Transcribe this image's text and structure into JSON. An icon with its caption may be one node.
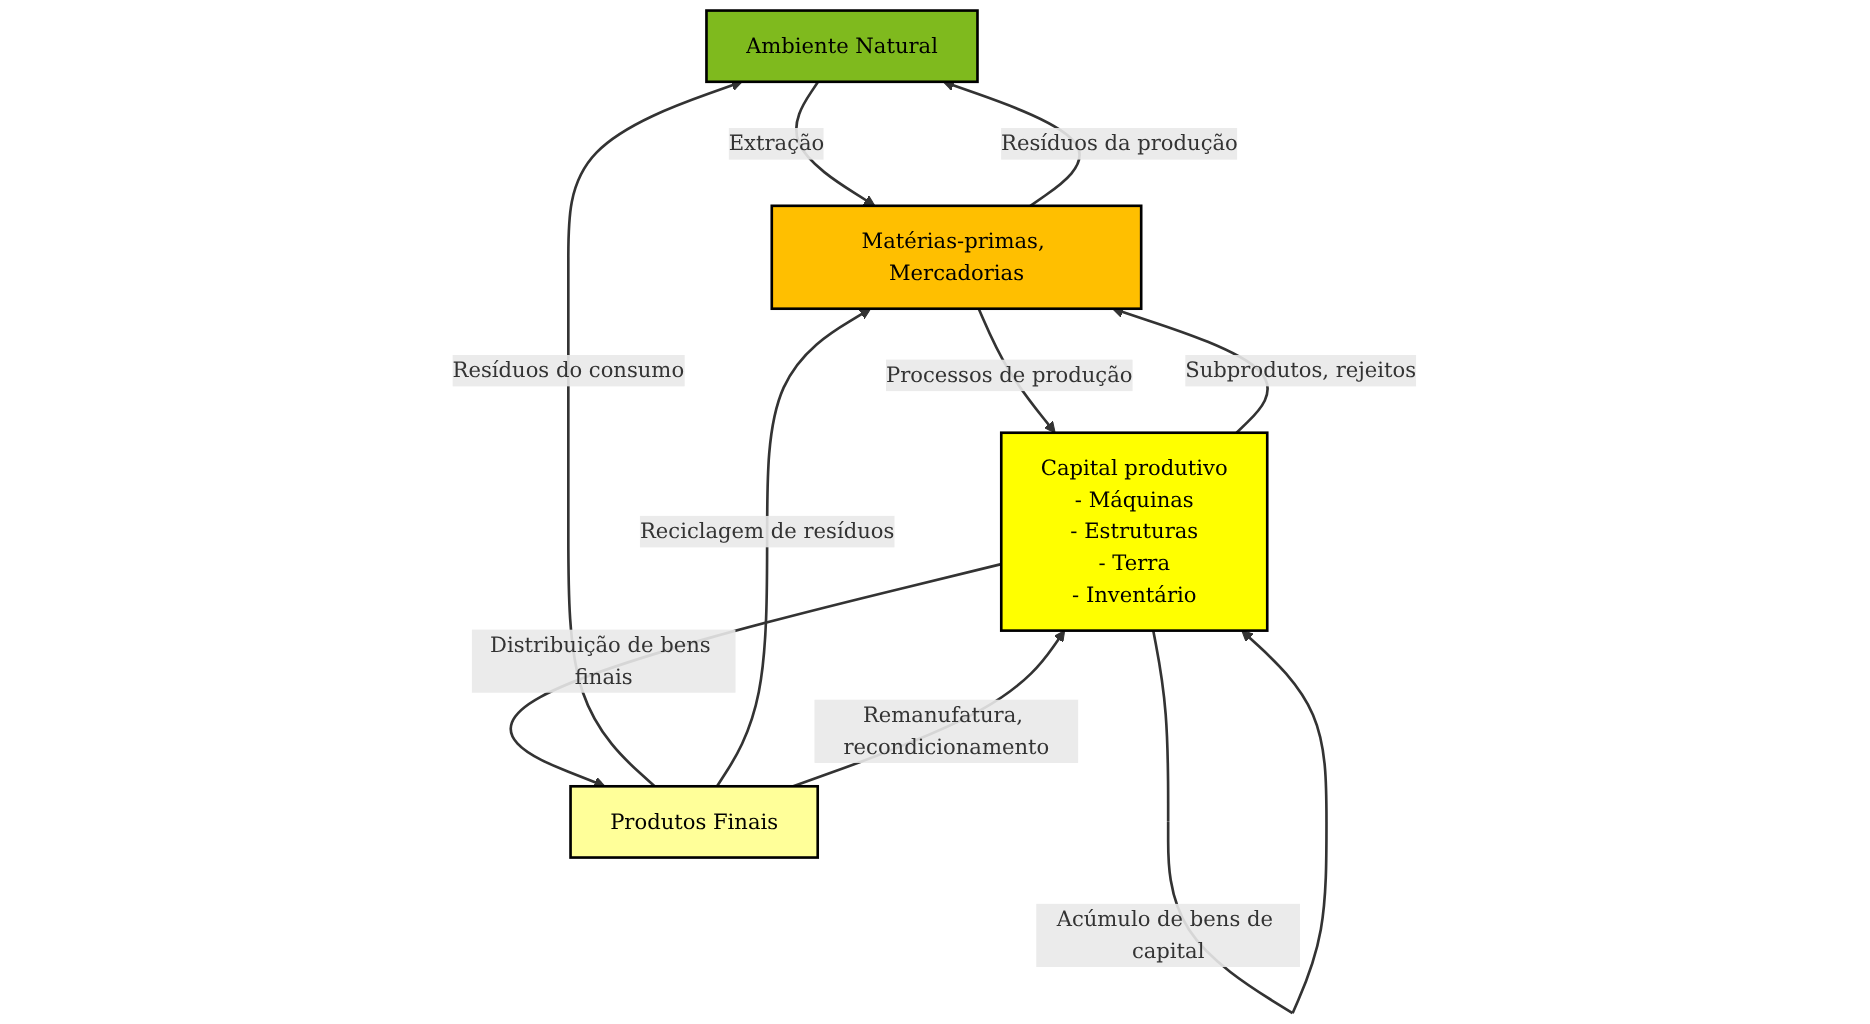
{
  "diagram": {
    "nodes": [
      {
        "text": [
          "Ambiente Natural"
        ]
      },
      {
        "text": [
          "Matérias-primas, Mercadorias"
        ]
      },
      {
        "text": [
          "Produtos Finais"
        ]
      },
      {
        "text": [
          "Capital produtivo",
          "- Máquinas",
          "- Estruturas",
          "- Terra",
          "- Inventário"
        ]
      }
    ],
    "edges": [
      {
        "from": 0,
        "to": 1,
        "arrow": "to",
        "label": "Extração"
      },
      {
        "from": 1,
        "to": 0,
        "arrow": "to",
        "label": "Resíduos da produção"
      },
      {
        "from": 2,
        "to": 0,
        "arrow": "to",
        "label": "Resíduos do consumo"
      },
      {
        "from": 2,
        "to": 1,
        "arrow": "to",
        "label": "Reciclagem de resíduos"
      },
      {
        "from": 1,
        "to": 3,
        "arrow": "to",
        "label": "Processos de produção"
      },
      {
        "from": 3,
        "to": 1,
        "arrow": "to",
        "label": "Subprodutos, rejeitos"
      },
      {
        "from": 2,
        "to": 3,
        "arrow": "to",
        "label": "Remanufatura, recondicionamento"
      },
      {
        "from": 3,
        "to": 2,
        "arrow": "to",
        "label": "Distribuição de bens finais"
      },
      {
        "from": 3,
        "to": 3,
        "arrow": "to",
        "label": "Acúmulo de bens de capital"
      }
    ]
  }
}
